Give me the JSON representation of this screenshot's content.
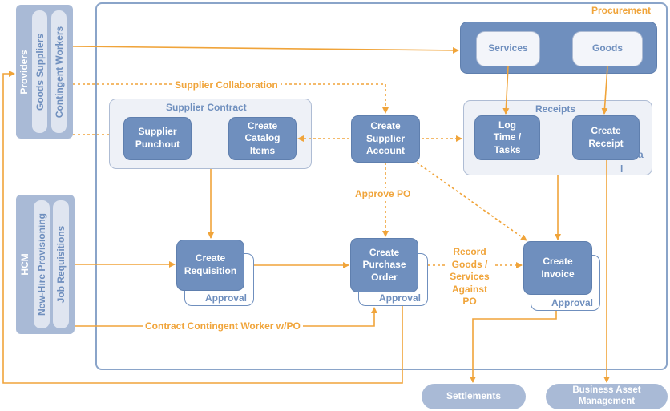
{
  "procurement": {
    "title": "Procurement"
  },
  "providers": {
    "label": "Providers",
    "items": [
      "Goods Suppliers",
      "Contingent Workers"
    ]
  },
  "hcm": {
    "label": "HCM",
    "items": [
      "New-Hire Provisioning",
      "Job Requisitions"
    ]
  },
  "top_group": {
    "services": "Services",
    "goods": "Goods"
  },
  "supplier_contract": {
    "title": "Supplier Contract",
    "punchout": "Supplier\nPunchout",
    "catalog": "Create\nCatalog\nItems"
  },
  "receipts": {
    "title": "Receipts",
    "log_time": "Log\nTime /\nTasks",
    "create_receipt": "Create\nReceipt",
    "stray_a": "a",
    "stray_l": "l"
  },
  "create_supplier_account": "Create\nSupplier\nAccount",
  "create_requisition": "Create\nRequisition",
  "create_purchase_order": "Create\nPurchase\nOrder",
  "create_invoice": "Create\nInvoice",
  "approval": "Approval",
  "labels": {
    "supplier_collaboration": "Supplier Collaboration",
    "approve_po": "Approve PO",
    "record_goods": "Record\nGoods /\nServices\nAgainst\nPO",
    "contract_contingent": "Contract Contingent Worker w/PO"
  },
  "outputs": {
    "settlements": "Settlements",
    "business_asset": "Business Asset\nManagement"
  },
  "colors": {
    "accent_orange": "#f0a43a",
    "box_blue": "#6f8fbe",
    "pill_blue": "#a9bad6",
    "light_fill": "#eef1f7"
  }
}
